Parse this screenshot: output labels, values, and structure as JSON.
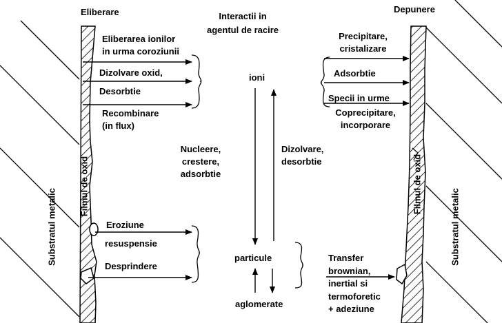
{
  "headers": {
    "left": "Eliberare",
    "center": "Interactii in\nagentul de racire",
    "right": "Depunere"
  },
  "left": {
    "release_ions": "Eliberarea ionilor\nin urma coroziunii",
    "dissolve_oxide": "Dizolvare oxid,",
    "desorption": "Desorbtie",
    "recombination": "Recombinare\n(in flux)",
    "erosion": "Eroziune",
    "resuspension": "resuspensie",
    "detachment": "Desprindere",
    "substrate": "Substratul metalic",
    "oxide_film": "Filmul de oxid"
  },
  "center": {
    "ions": "ioni",
    "nucleation": "Nucleere,\ncrestere,\nadsorbtie",
    "dissolution": "Dizolvare,\ndesorbtie",
    "particles": "particule",
    "agglomerates": "aglomerate"
  },
  "right": {
    "precipitation": "Precipitare,\ncristalizare",
    "adsorption": "Adsorbtie",
    "trace_species": "Specii in urme",
    "coprecipitation": "Coprecipitare,\nincorporare",
    "transfer": "Transfer\nbrownian,\ninertial si\ntermoforetic\n+ adeziune",
    "substrate": "Substratul metalic",
    "oxide_film": "Filmul de oxid"
  }
}
